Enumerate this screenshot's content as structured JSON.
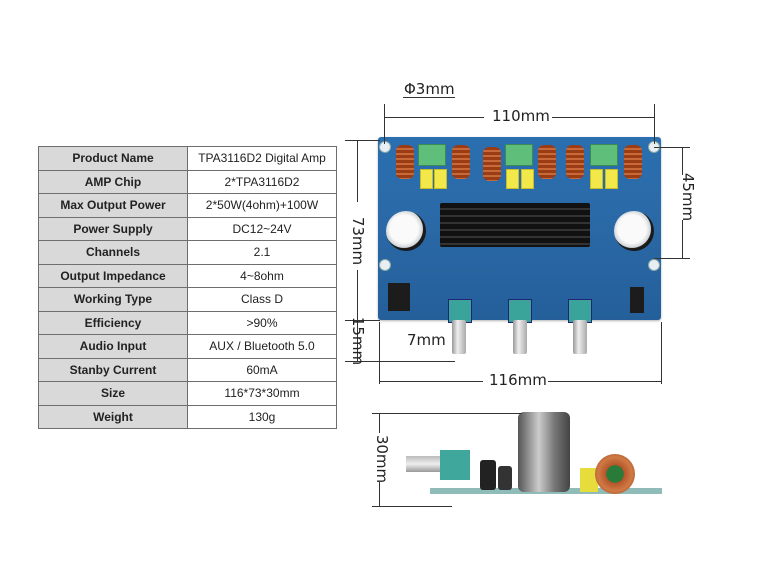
{
  "spec_table": {
    "rows": [
      {
        "label": "Product Name",
        "value": "TPA3116D2 Digital Amp"
      },
      {
        "label": "AMP Chip",
        "value": "2*TPA3116D2"
      },
      {
        "label": "Max Output Power",
        "value": "2*50W(4ohm)+100W"
      },
      {
        "label": "Power Supply",
        "value": "DC12~24V"
      },
      {
        "label": "Channels",
        "value": "2.1"
      },
      {
        "label": "Output Impedance",
        "value": "4~8ohm"
      },
      {
        "label": "Working Type",
        "value": "Class D"
      },
      {
        "label": "Efficiency",
        "value": ">90%"
      },
      {
        "label": "Audio Input",
        "value": "AUX / Bluetooth 5.0"
      },
      {
        "label": "Stanby Current",
        "value": "60mA"
      },
      {
        "label": "Size",
        "value": "116*73*30mm"
      },
      {
        "label": "Weight",
        "value": "130g"
      }
    ]
  },
  "dimensions": {
    "hole_diameter": "Φ3mm",
    "hole_spacing_width": "110mm",
    "hole_spacing_height": "45mm",
    "board_height": "73mm",
    "pot_protrusion": "15mm",
    "pot_shaft": "7mm",
    "board_width": "116mm",
    "total_height": "30mm"
  },
  "colors": {
    "table_header_bg": "#d9d9d9",
    "table_border": "#6e6e6e",
    "pcb_blue": "#2a6fb0"
  }
}
